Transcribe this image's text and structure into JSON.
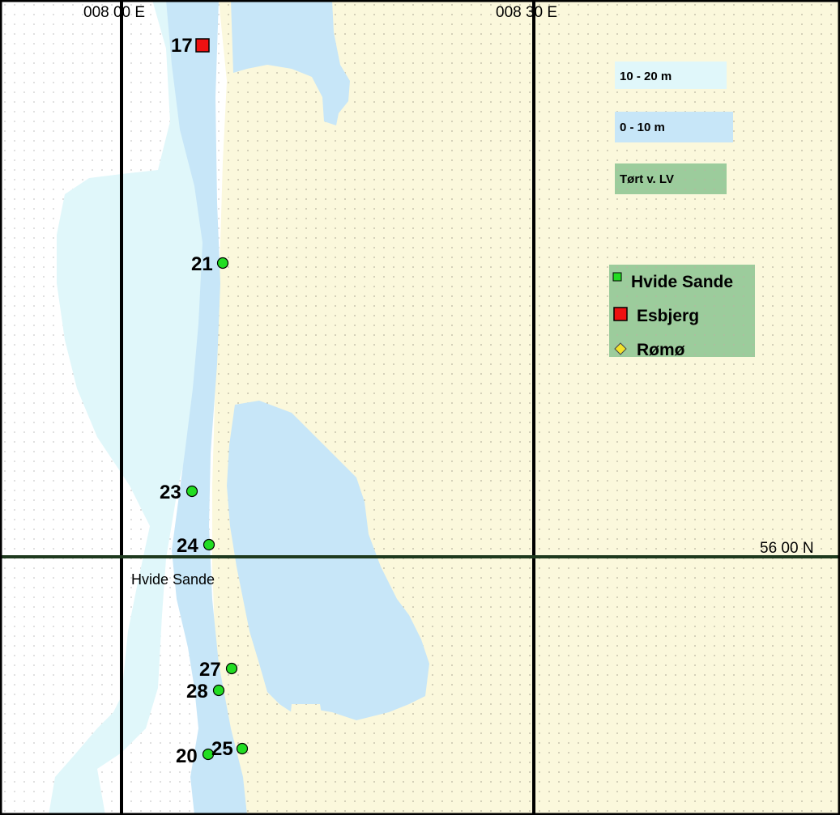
{
  "map": {
    "grid_labels": {
      "lon_8_00": "008 00 E",
      "lon_8_30": "008 30 E",
      "lat_56_00": "56 00 N"
    },
    "place_label": "Hvide Sande",
    "depth_legend": [
      {
        "label": "10 - 20 m",
        "color": "#e0f7fa"
      },
      {
        "label": "0 - 10 m",
        "color": "#c7e6f8"
      },
      {
        "label": "Tørt v. LV",
        "color": "#9ccc9c"
      }
    ],
    "station_key": [
      {
        "label": "Hvide Sande",
        "symbol": "green-circle",
        "color": "#22dd22"
      },
      {
        "label": "Esbjerg",
        "symbol": "red-square",
        "color": "#ee1111"
      },
      {
        "label": "Rømø",
        "symbol": "yellow-diamond",
        "color": "#f2e22a"
      }
    ],
    "stations": [
      {
        "label": "17",
        "symbol": "red-square"
      },
      {
        "label": "21",
        "symbol": "green-circle"
      },
      {
        "label": "23",
        "symbol": "green-circle"
      },
      {
        "label": "24",
        "symbol": "green-circle"
      },
      {
        "label": "27",
        "symbol": "green-circle"
      },
      {
        "label": "28",
        "symbol": "green-circle"
      },
      {
        "label": "20",
        "symbol": "green-circle"
      },
      {
        "label": "25",
        "symbol": "green-circle"
      }
    ],
    "colors": {
      "land": "#fbf8dc",
      "sea_deep": "#ffffff",
      "shallow_10_20": "#e0f7fa",
      "shallow_0_10": "#c7e6f8",
      "grid": "#000000",
      "lat_line": "#1e3a1e"
    }
  }
}
